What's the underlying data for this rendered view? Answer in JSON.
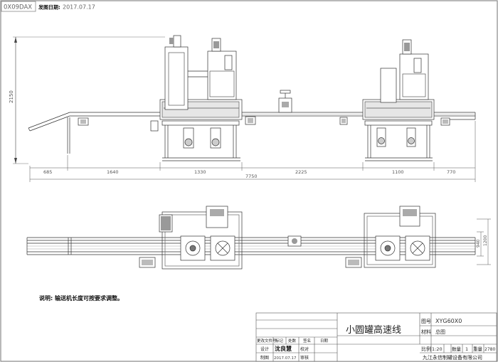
{
  "header": {
    "drawing_code": "0X09DAX",
    "date_label": "发图日期:",
    "date_value": "2017.07.17"
  },
  "dimensions": {
    "height_total": "2150",
    "segments": [
      "685",
      "1640",
      "1330",
      "2225",
      "1100",
      "770"
    ],
    "overall_length": "7750",
    "plan_inner": "940",
    "plan_outer": "1200"
  },
  "note": "说明: 输送机长度可按要求调整。",
  "title_block": {
    "title": "小圆罐高速线",
    "fig_no_label": "图号",
    "fig_no_value": "XYG60X0",
    "material_label": "材料",
    "material_value": "总图",
    "scale_label": "比例",
    "scale_value": "1:20",
    "qty_label": "数量",
    "qty_value": "1",
    "weight_label": "重量",
    "weight_value": "2780",
    "company": "九江永信制罐设备有限公司",
    "rev_headers": [
      "更改文件号",
      "标记",
      "处数",
      "签名",
      "日期"
    ],
    "design_label": "设计",
    "designer_signature": "沈良慧",
    "design_date": "2017.07.17",
    "check_label": "校对",
    "drawing_label": "制图",
    "review_label": "审核"
  }
}
